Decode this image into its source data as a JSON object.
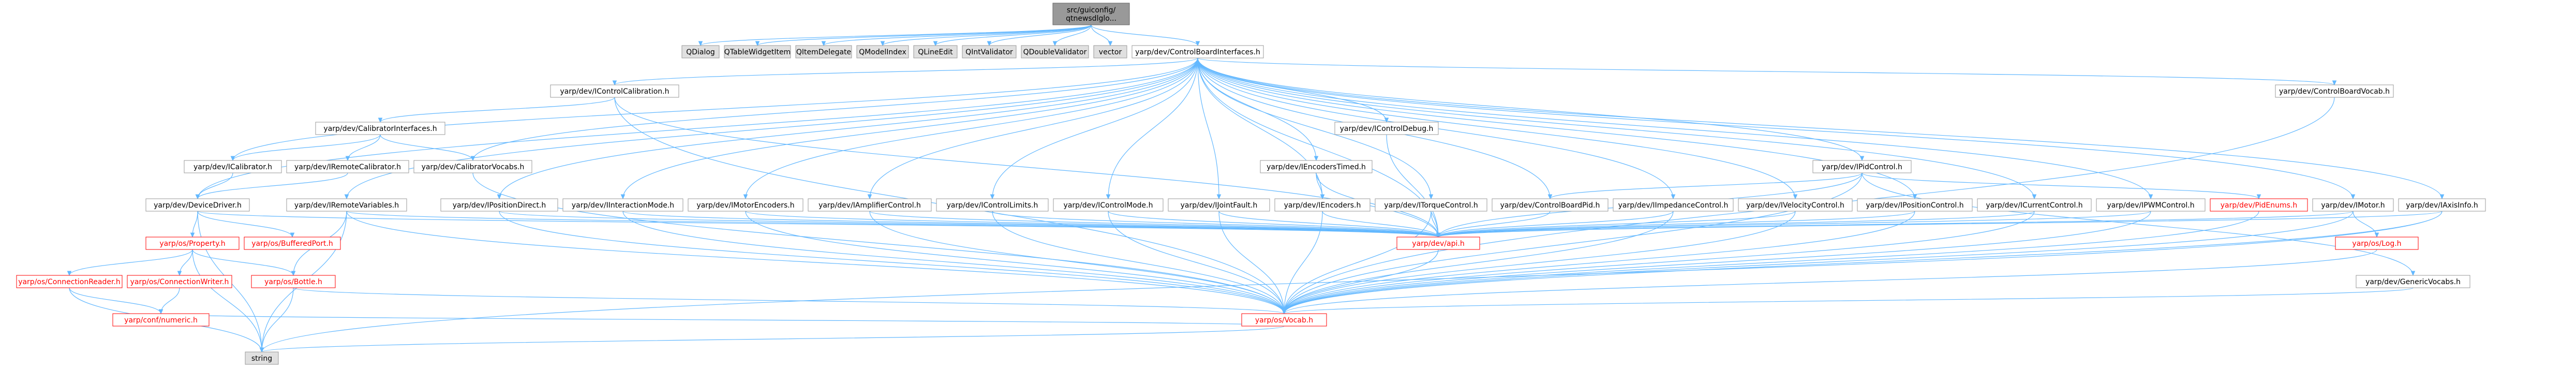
{
  "colors": {
    "edge": "#63b8ff",
    "node_border": "#999999",
    "node_fill": "#ffffff",
    "node_text": "#000000",
    "root_fill": "#999999",
    "root_border": "#666666",
    "undocumented_border": "#ff0000",
    "undocumented_text": "#ff0000",
    "external_fill": "#e0e0e0",
    "external_border": "#999999"
  },
  "nodes": [
    {
      "id": "root",
      "kind": "root",
      "lines": [
        "src/guiconfig/",
        "qtnewsdlglo..."
      ]
    },
    {
      "id": "qdialog",
      "kind": "external",
      "lines": [
        "QDialog"
      ]
    },
    {
      "id": "qtablewidgetitem",
      "kind": "external",
      "lines": [
        "QTableWidgetItem"
      ]
    },
    {
      "id": "qitemdelegate",
      "kind": "external",
      "lines": [
        "QItemDelegate"
      ]
    },
    {
      "id": "qmodelindex",
      "kind": "external",
      "lines": [
        "QModelIndex"
      ]
    },
    {
      "id": "qlineedit",
      "kind": "external",
      "lines": [
        "QLineEdit"
      ]
    },
    {
      "id": "qintvalidator",
      "kind": "external",
      "lines": [
        "QIntValidator"
      ]
    },
    {
      "id": "qdoublevalidator",
      "kind": "external",
      "lines": [
        "QDoubleValidator"
      ]
    },
    {
      "id": "vector",
      "kind": "external",
      "lines": [
        "vector"
      ]
    },
    {
      "id": "cbi",
      "kind": "normal",
      "lines": [
        "yarp/dev/ControlBoardInterfaces.h"
      ]
    },
    {
      "id": "ccal",
      "kind": "normal",
      "lines": [
        "yarp/dev/IControlCalibration.h"
      ]
    },
    {
      "id": "cbvocab",
      "kind": "normal",
      "lines": [
        "yarp/dev/ControlBoardVocab.h"
      ]
    },
    {
      "id": "calint",
      "kind": "normal",
      "lines": [
        "yarp/dev/CalibratorInterfaces.h"
      ]
    },
    {
      "id": "icaldebug",
      "kind": "normal",
      "lines": [
        "yarp/dev/IControlDebug.h"
      ]
    },
    {
      "id": "icalibrator",
      "kind": "normal",
      "lines": [
        "yarp/dev/ICalibrator.h"
      ]
    },
    {
      "id": "iremotecal",
      "kind": "normal",
      "lines": [
        "yarp/dev/IRemoteCalibrator.h"
      ]
    },
    {
      "id": "calvocabs",
      "kind": "normal",
      "lines": [
        "yarp/dev/CalibratorVocabs.h"
      ]
    },
    {
      "id": "iencodertimed",
      "kind": "normal",
      "lines": [
        "yarp/dev/IEncodersTimed.h"
      ]
    },
    {
      "id": "ipidcontrol",
      "kind": "normal",
      "lines": [
        "yarp/dev/IPidControl.h"
      ]
    },
    {
      "id": "devicedriver",
      "kind": "normal",
      "lines": [
        "yarp/dev/DeviceDriver.h"
      ]
    },
    {
      "id": "iremotevars",
      "kind": "normal",
      "lines": [
        "yarp/dev/IRemoteVariables.h"
      ]
    },
    {
      "id": "iposdirect",
      "kind": "normal",
      "lines": [
        "yarp/dev/IPositionDirect.h"
      ]
    },
    {
      "id": "iinteraction",
      "kind": "normal",
      "lines": [
        "yarp/dev/IInteractionMode.h"
      ]
    },
    {
      "id": "imotorenc",
      "kind": "normal",
      "lines": [
        "yarp/dev/IMotorEncoders.h"
      ]
    },
    {
      "id": "iampctrl",
      "kind": "normal",
      "lines": [
        "yarp/dev/IAmplifierControl.h"
      ]
    },
    {
      "id": "ictrllimits",
      "kind": "normal",
      "lines": [
        "yarp/dev/IControlLimits.h"
      ]
    },
    {
      "id": "ictrlmode",
      "kind": "normal",
      "lines": [
        "yarp/dev/IControlMode.h"
      ]
    },
    {
      "id": "ijointfault",
      "kind": "normal",
      "lines": [
        "yarp/dev/IJointFault.h"
      ]
    },
    {
      "id": "iencoders",
      "kind": "normal",
      "lines": [
        "yarp/dev/IEncoders.h"
      ]
    },
    {
      "id": "itorque",
      "kind": "normal",
      "lines": [
        "yarp/dev/ITorqueControl.h"
      ]
    },
    {
      "id": "cbpid",
      "kind": "normal",
      "lines": [
        "yarp/dev/ControlBoardPid.h"
      ]
    },
    {
      "id": "iimpedance",
      "kind": "normal",
      "lines": [
        "yarp/dev/IImpedanceControl.h"
      ]
    },
    {
      "id": "ivelocity",
      "kind": "normal",
      "lines": [
        "yarp/dev/IVelocityControl.h"
      ]
    },
    {
      "id": "iposition",
      "kind": "normal",
      "lines": [
        "yarp/dev/IPositionControl.h"
      ]
    },
    {
      "id": "icurrent",
      "kind": "normal",
      "lines": [
        "yarp/dev/ICurrentControl.h"
      ]
    },
    {
      "id": "ipwm",
      "kind": "normal",
      "lines": [
        "yarp/dev/IPWMControl.h"
      ]
    },
    {
      "id": "pidenums",
      "kind": "undocumented",
      "lines": [
        "yarp/dev/PidEnums.h"
      ]
    },
    {
      "id": "imotor",
      "kind": "normal",
      "lines": [
        "yarp/dev/IMotor.h"
      ]
    },
    {
      "id": "iaxisinfo",
      "kind": "normal",
      "lines": [
        "yarp/dev/IAxisInfo.h"
      ]
    },
    {
      "id": "property",
      "kind": "undocumented",
      "lines": [
        "yarp/os/Property.h"
      ]
    },
    {
      "id": "bufferedport",
      "kind": "undocumented",
      "lines": [
        "yarp/os/BufferedPort.h"
      ]
    },
    {
      "id": "api",
      "kind": "undocumented",
      "lines": [
        "yarp/dev/api.h"
      ]
    },
    {
      "id": "log",
      "kind": "undocumented",
      "lines": [
        "yarp/os/Log.h"
      ]
    },
    {
      "id": "connreader",
      "kind": "undocumented",
      "lines": [
        "yarp/os/ConnectionReader.h"
      ]
    },
    {
      "id": "connwriter",
      "kind": "undocumented",
      "lines": [
        "yarp/os/ConnectionWriter.h"
      ]
    },
    {
      "id": "bottle",
      "kind": "undocumented",
      "lines": [
        "yarp/os/Bottle.h"
      ]
    },
    {
      "id": "genericvocabs",
      "kind": "normal",
      "lines": [
        "yarp/dev/GenericVocabs.h"
      ]
    },
    {
      "id": "numeric",
      "kind": "undocumented",
      "lines": [
        "yarp/conf/numeric.h"
      ]
    },
    {
      "id": "vocab",
      "kind": "undocumented",
      "lines": [
        "yarp/os/Vocab.h"
      ]
    },
    {
      "id": "string",
      "kind": "external",
      "lines": [
        "string"
      ]
    }
  ],
  "edges": [
    [
      "root",
      "qdialog"
    ],
    [
      "root",
      "qtablewidgetitem"
    ],
    [
      "root",
      "qitemdelegate"
    ],
    [
      "root",
      "qmodelindex"
    ],
    [
      "root",
      "qlineedit"
    ],
    [
      "root",
      "qintvalidator"
    ],
    [
      "root",
      "qdoublevalidator"
    ],
    [
      "root",
      "vector"
    ],
    [
      "root",
      "cbi"
    ],
    [
      "cbi",
      "ccal"
    ],
    [
      "cbi",
      "cbvocab"
    ],
    [
      "cbi",
      "icaldebug"
    ],
    [
      "cbi",
      "iencodertimed"
    ],
    [
      "cbi",
      "ipidcontrol"
    ],
    [
      "cbi",
      "icalibrator"
    ],
    [
      "cbi",
      "calvocabs"
    ],
    [
      "cbi",
      "devicedriver"
    ],
    [
      "cbi",
      "iremotevars"
    ],
    [
      "cbi",
      "iposdirect"
    ],
    [
      "cbi",
      "iinteraction"
    ],
    [
      "cbi",
      "imotorenc"
    ],
    [
      "cbi",
      "iampctrl"
    ],
    [
      "cbi",
      "ictrllimits"
    ],
    [
      "cbi",
      "ictrlmode"
    ],
    [
      "cbi",
      "ijointfault"
    ],
    [
      "cbi",
      "iencoders"
    ],
    [
      "cbi",
      "itorque"
    ],
    [
      "cbi",
      "cbpid"
    ],
    [
      "cbi",
      "iimpedance"
    ],
    [
      "cbi",
      "ivelocity"
    ],
    [
      "cbi",
      "iposition"
    ],
    [
      "cbi",
      "icurrent"
    ],
    [
      "cbi",
      "ipwm"
    ],
    [
      "cbi",
      "imotor"
    ],
    [
      "cbi",
      "iaxisinfo"
    ],
    [
      "cbi",
      "api"
    ],
    [
      "ccal",
      "calint"
    ],
    [
      "ccal",
      "api"
    ],
    [
      "ccal",
      "vocab"
    ],
    [
      "calint",
      "icalibrator"
    ],
    [
      "calint",
      "iremotecal"
    ],
    [
      "calint",
      "calvocabs"
    ],
    [
      "icalibrator",
      "devicedriver"
    ],
    [
      "iremotecal",
      "devicedriver"
    ],
    [
      "calvocabs",
      "vocab"
    ],
    [
      "cbvocab",
      "vocab"
    ],
    [
      "icaldebug",
      "api"
    ],
    [
      "iencodertimed",
      "iencoders"
    ],
    [
      "iencodertimed",
      "api"
    ],
    [
      "ipidcontrol",
      "cbpid"
    ],
    [
      "ipidcontrol",
      "pidenums"
    ],
    [
      "ipidcontrol",
      "api"
    ],
    [
      "ipidcontrol",
      "vocab"
    ],
    [
      "ipidcontrol",
      "genericvocabs"
    ],
    [
      "devicedriver",
      "property"
    ],
    [
      "devicedriver",
      "bufferedport"
    ],
    [
      "devicedriver",
      "api"
    ],
    [
      "devicedriver",
      "string"
    ],
    [
      "iremotevars",
      "api"
    ],
    [
      "iremotevars",
      "bottle"
    ],
    [
      "iremotevars",
      "vocab"
    ],
    [
      "iremotevars",
      "string"
    ],
    [
      "iposdirect",
      "api"
    ],
    [
      "iposdirect",
      "vocab"
    ],
    [
      "iinteraction",
      "api"
    ],
    [
      "iinteraction",
      "vocab"
    ],
    [
      "imotorenc",
      "api"
    ],
    [
      "imotorenc",
      "vocab"
    ],
    [
      "iampctrl",
      "api"
    ],
    [
      "iampctrl",
      "vocab"
    ],
    [
      "ictrllimits",
      "api"
    ],
    [
      "ictrllimits",
      "vocab"
    ],
    [
      "ictrlmode",
      "api"
    ],
    [
      "ictrlmode",
      "vocab"
    ],
    [
      "ijointfault",
      "api"
    ],
    [
      "ijointfault",
      "vocab"
    ],
    [
      "iencoders",
      "api"
    ],
    [
      "iencoders",
      "vocab"
    ],
    [
      "itorque",
      "api"
    ],
    [
      "itorque",
      "vocab"
    ],
    [
      "cbpid",
      "api"
    ],
    [
      "iimpedance",
      "api"
    ],
    [
      "iimpedance",
      "vocab"
    ],
    [
      "ivelocity",
      "api"
    ],
    [
      "ivelocity",
      "vocab"
    ],
    [
      "iposition",
      "api"
    ],
    [
      "iposition",
      "vocab"
    ],
    [
      "icurrent",
      "api"
    ],
    [
      "icurrent",
      "vocab"
    ],
    [
      "ipwm",
      "api"
    ],
    [
      "ipwm",
      "vocab"
    ],
    [
      "pidenums",
      "vocab"
    ],
    [
      "imotor",
      "api"
    ],
    [
      "imotor",
      "log"
    ],
    [
      "imotor",
      "vocab"
    ],
    [
      "iaxisinfo",
      "api"
    ],
    [
      "iaxisinfo",
      "vocab"
    ],
    [
      "iaxisinfo",
      "string"
    ],
    [
      "property",
      "connreader"
    ],
    [
      "property",
      "connwriter"
    ],
    [
      "property",
      "bottle"
    ],
    [
      "property",
      "string"
    ],
    [
      "connreader",
      "numeric"
    ],
    [
      "connreader",
      "string"
    ],
    [
      "connwriter",
      "numeric"
    ],
    [
      "bottle",
      "vocab"
    ],
    [
      "bottle",
      "string"
    ],
    [
      "api",
      "vocab"
    ],
    [
      "log",
      "vocab"
    ],
    [
      "genericvocabs",
      "vocab"
    ],
    [
      "vocab",
      "numeric"
    ],
    [
      "vocab",
      "string"
    ]
  ]
}
